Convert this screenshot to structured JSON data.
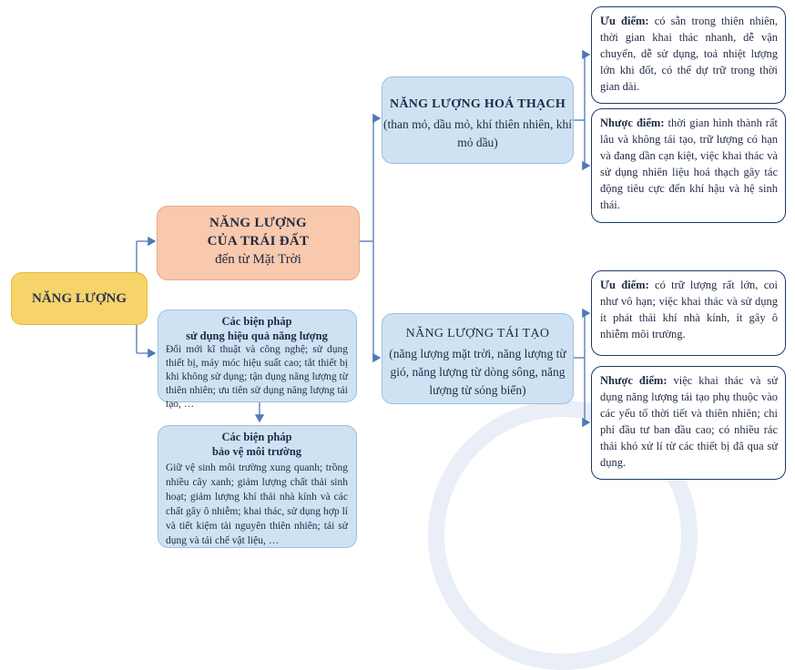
{
  "root": {
    "label": "NĂNG LƯỢNG"
  },
  "earth": {
    "line1": "NĂNG LƯỢNG",
    "line2": "CỦA TRÁI ĐẤT",
    "line3": "đến từ Mặt Trời"
  },
  "fossil": {
    "title": "NĂNG LƯỢNG HOÁ THẠCH",
    "subtitle": "(than mỏ, dầu mỏ, khí thiên nhiên, khí mỏ dầu)",
    "pros_label": "Ưu điểm:",
    "pros_text": "có sẵn trong thiên nhiên, thời gian khai thác nhanh, dễ vận chuyển, dễ sử dụng, toả nhiệt lượng lớn khi đốt, có thể dự trữ trong thời gian dài.",
    "cons_label": "Nhược điểm:",
    "cons_text": "thời gian hình thành rất lâu và không tái tạo, trữ lượng có hạn và đang dần cạn kiệt, việc khai thác và sử dụng nhiên liệu hoá thạch gây tác động tiêu cực đến khí hậu và hệ sinh thái."
  },
  "renewable": {
    "title": "NĂNG LƯỢNG TÁI TẠO",
    "subtitle": "(năng lượng mặt trời, năng lượng từ gió, năng lượng từ dòng sông, năng lượng từ sóng biển)",
    "pros_label": "Ưu điểm:",
    "pros_text": "có trữ lượng rất lớn, coi như vô hạn; việc khai thác và sử dụng ít phát thải khí nhà kính, ít gây ô nhiễm môi trường.",
    "cons_label": "Nhược điểm:",
    "cons_text": "việc khai thác và sử dụng năng lượng tái tạo phụ thuộc vào các yếu tố thời tiết và thiên nhiên; chi phí đầu tư ban đầu cao; có nhiều rác thải khó xử lí từ các thiết bị đã qua sử dụng."
  },
  "efficiency": {
    "title1": "Các biện pháp",
    "title2": "sử dụng hiệu quả năng lượng",
    "text": "Đổi mới kĩ thuật và công nghệ; sử dụng thiết bị, máy móc hiệu suất cao; tắt thiết bị khi không sử dụng; tận dụng năng lượng từ thiên nhiên; ưu tiên sử dụng năng lượng tái tạo, …"
  },
  "environment": {
    "title1": "Các biện pháp",
    "title2": "bảo vệ môi trường",
    "text": "Giữ vệ sinh môi trường xung quanh; trồng nhiều cây xanh; giảm lượng chất thải sinh hoạt; giảm lượng khí thải nhà kính và các chất gây ô nhiễm; khai thác, sử dụng hợp lí và tiết kiệm tài nguyên thiên nhiên; tái sử dụng và tái chế vật liệu, …"
  },
  "colors": {
    "root_fill": "#f7d46a",
    "earth_fill": "#f8c9ad",
    "blue_fill": "#cfe2f3",
    "card_border": "#1e3a68",
    "connector": "#4f79b5"
  }
}
